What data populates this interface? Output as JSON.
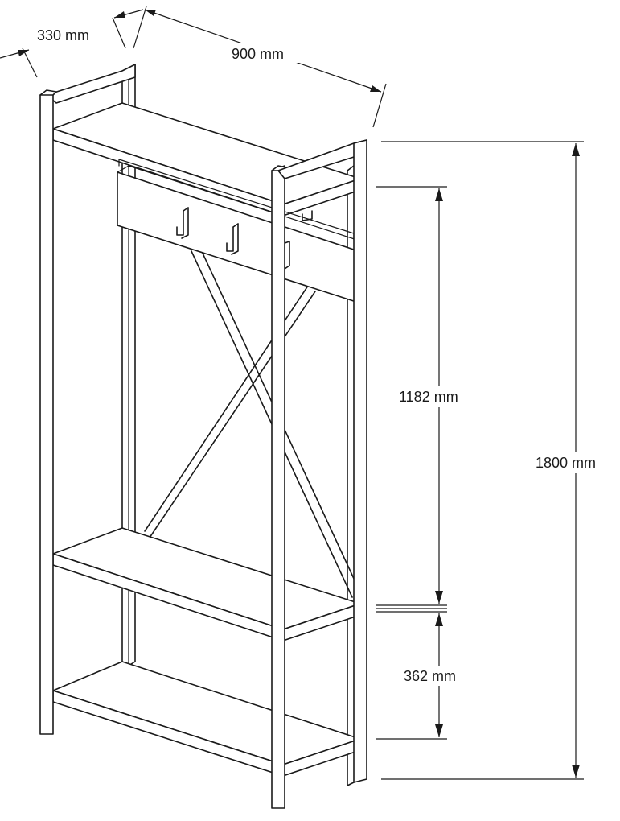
{
  "dimensions": {
    "depth": "330 mm",
    "width": "900 mm",
    "total_height": "1800 mm",
    "upper_height": "1182 mm",
    "lower_height": "362 mm"
  },
  "colors": {
    "line": "#1a1a1a",
    "background": "#ffffff"
  }
}
